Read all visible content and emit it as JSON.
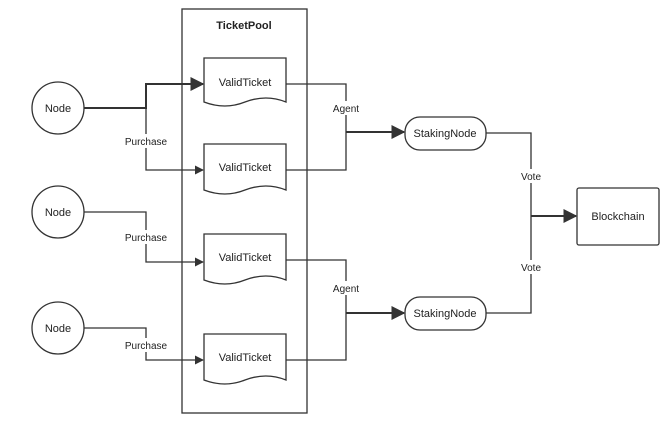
{
  "diagram": {
    "pool_title": "TicketPool",
    "nodes": [
      {
        "id": "node1",
        "label": "Node"
      },
      {
        "id": "node2",
        "label": "Node"
      },
      {
        "id": "node3",
        "label": "Node"
      }
    ],
    "tickets": [
      {
        "id": "ticket1",
        "label": "ValidTicket"
      },
      {
        "id": "ticket2",
        "label": "ValidTicket"
      },
      {
        "id": "ticket3",
        "label": "ValidTicket"
      },
      {
        "id": "ticket4",
        "label": "ValidTicket"
      }
    ],
    "staking_nodes": [
      {
        "id": "staking1",
        "label": "StakingNode"
      },
      {
        "id": "staking2",
        "label": "StakingNode"
      }
    ],
    "blockchain": {
      "label": "Blockchain"
    },
    "edge_labels": {
      "purchase_1": "Purchase",
      "purchase_2": "Purchase",
      "purchase_3": "Purchase",
      "agent_1": "Agent",
      "agent_2": "Agent",
      "vote_1": "Vote",
      "vote_2": "Vote"
    },
    "colors": {
      "stroke": "#333333",
      "fill": "#ffffff",
      "text": "#222222"
    }
  }
}
